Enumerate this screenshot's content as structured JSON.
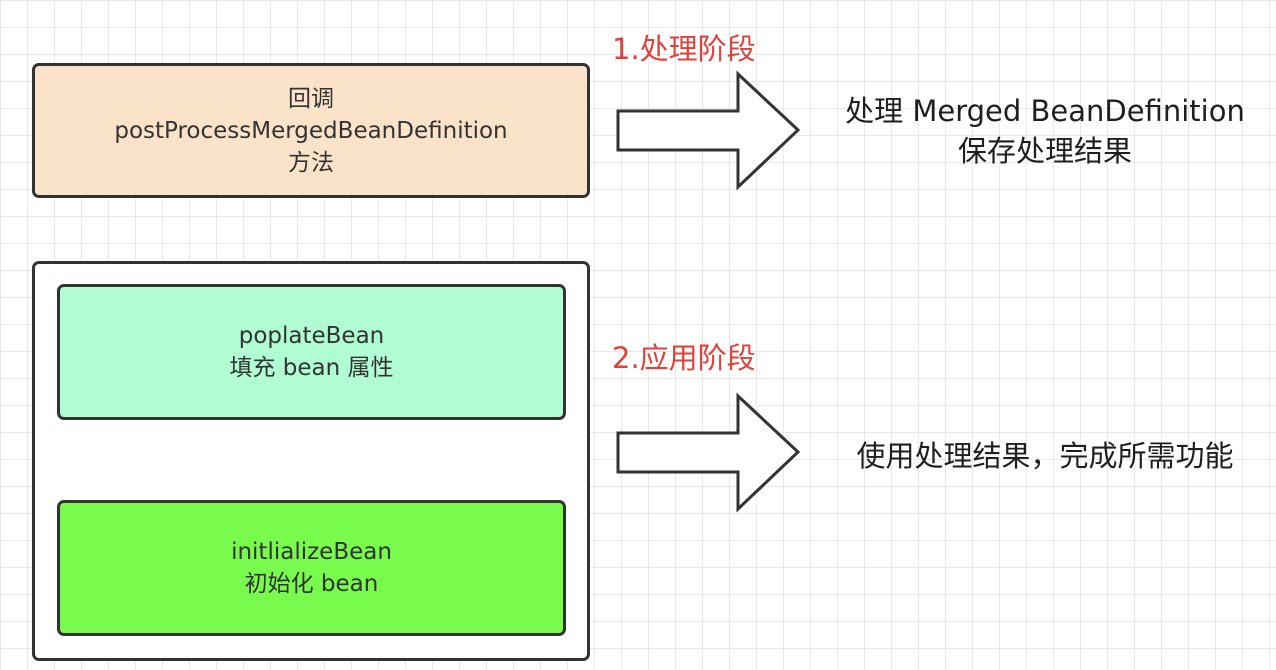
{
  "phase1": {
    "label": "1.处理阶段",
    "callback_box": {
      "lines": [
        "回调",
        "postProcessMergedBeanDefinition",
        "方法"
      ]
    },
    "result": {
      "lines": [
        "处理 Merged BeanDefinition",
        "保存处理结果"
      ]
    }
  },
  "phase2": {
    "label": "2.应用阶段",
    "populate_box": {
      "lines": [
        "poplateBean",
        "填充 bean 属性"
      ]
    },
    "init_box": {
      "lines": [
        "initlializeBean",
        "初始化 bean"
      ]
    },
    "result": {
      "lines": [
        "使用处理结果，完成所需功能"
      ]
    }
  },
  "colors": {
    "phase_label": "#e0413a",
    "callback_fill": "#fae3c9",
    "populate_fill": "#b0fcd3",
    "init_fill": "#78fb4c",
    "stroke": "#333333"
  }
}
